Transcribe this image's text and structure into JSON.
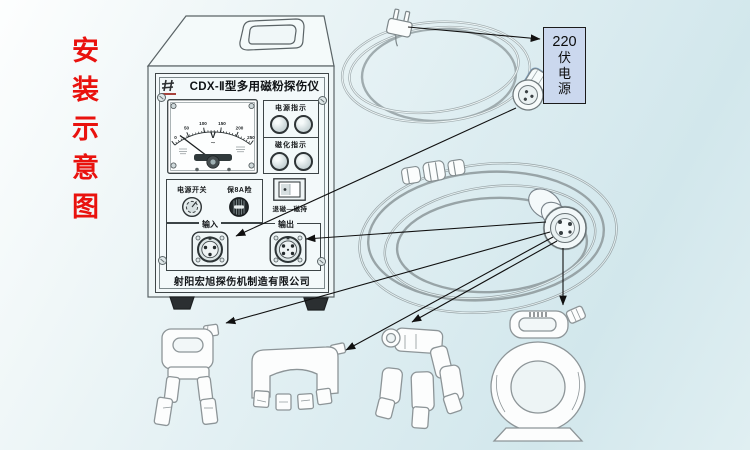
{
  "page": {
    "vertical_title": "安装示意图"
  },
  "device": {
    "title": "CDX-Ⅱ型多用磁粉探伤仪",
    "company": "射阳宏旭探伤机制造有限公司",
    "meter": {
      "unit": "V",
      "wave": "~",
      "ticks": [
        "0",
        "50",
        "100",
        "150",
        "200",
        "250"
      ]
    },
    "indicators": {
      "power": "电源指示",
      "magnetization": "磁化指示"
    },
    "controls": {
      "power_switch": "电源开关",
      "fuse": "保8A险",
      "mode_switch": "退磁—磁持"
    },
    "io": {
      "input": "输入",
      "output": "输出"
    }
  },
  "callout": {
    "lines": [
      "220",
      "伏",
      "电",
      "源"
    ]
  },
  "colors": {
    "accent_red": "#e9120e",
    "callout_bg": "#cbd8ee",
    "line_art": "#98a4a7",
    "arrow": "#101010",
    "background_top": "#fdfefe",
    "background_bottom": "#d2e7ec"
  }
}
